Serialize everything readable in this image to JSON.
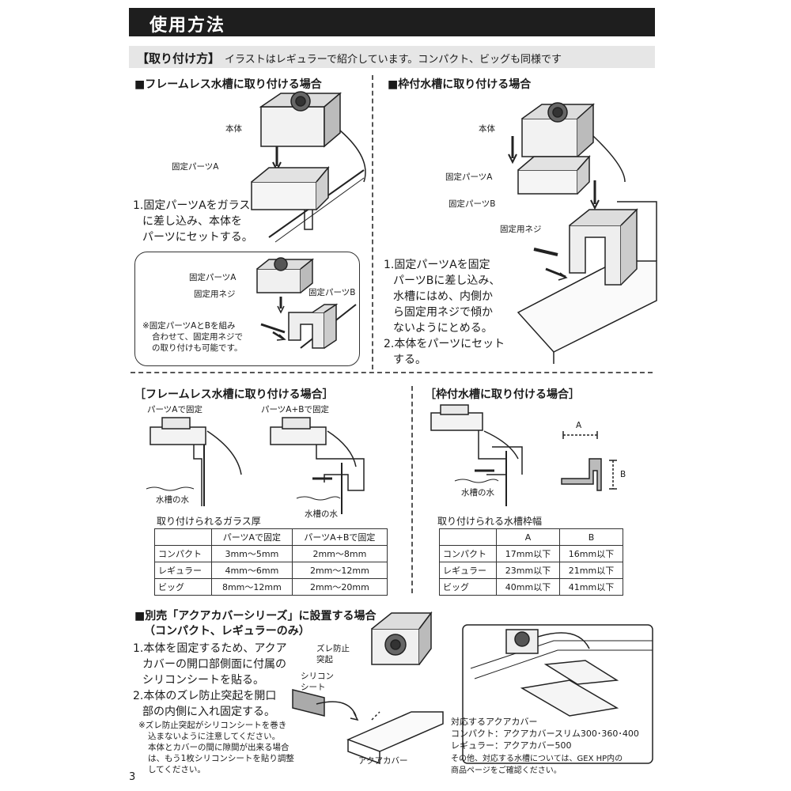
{
  "header": {
    "title": "使用方法"
  },
  "subheader": {
    "label": "【取り付け方】",
    "note": "イラストはレギュラーで紹介しています。コンパクト、ビッグも同様です"
  },
  "frameless": {
    "heading": "■フレームレス水槽に取り付ける場合",
    "label_body": "本体",
    "label_part_a": "固定パーツA",
    "steps": [
      "1.固定パーツAをガラス",
      "に差し込み、本体を",
      "パーツにセットする。"
    ],
    "callout": {
      "label_part_a": "固定パーツA",
      "label_screw": "固定用ネジ",
      "label_part_b": "固定パーツB",
      "note": [
        "※固定パーツAとBを組み",
        "合わせて、固定用ネジで",
        "の取り付けも可能です。"
      ]
    }
  },
  "framed": {
    "heading": "■枠付水槽に取り付ける場合",
    "label_body": "本体",
    "label_part_a": "固定パーツA",
    "label_part_b": "固定パーツB",
    "label_screw": "固定用ネジ",
    "steps1": [
      "1.固定パーツAを固定",
      "パーツBに差し込み、",
      "水槽にはめ、内側か",
      "ら固定用ネジで傾か",
      "ないようにとめる。"
    ],
    "steps2": [
      "2.本体をパーツにセット",
      "する。"
    ]
  },
  "frameless_spec": {
    "heading": "［フレームレス水槽に取り付ける場合］",
    "cap_a": "パーツAで固定",
    "cap_ab": "パーツA+Bで固定",
    "water": "水槽の水",
    "water2": "水槽の水",
    "table_title": "取り付けられるガラス厚",
    "columns": [
      "",
      "パーツAで固定",
      "パーツA+Bで固定"
    ],
    "rows": [
      [
        "コンパクト",
        "3mm〜5mm",
        "2mm〜8mm"
      ],
      [
        "レギュラー",
        "4mm〜6mm",
        "2mm〜12mm"
      ],
      [
        "ビッグ",
        "8mm〜12mm",
        "2mm〜20mm"
      ]
    ]
  },
  "framed_spec": {
    "heading": "［枠付水槽に取り付ける場合］",
    "water": "水槽の水",
    "dim_a": "A",
    "dim_b": "B",
    "table_title": "取り付けられる水槽枠幅",
    "columns": [
      "",
      "A",
      "B"
    ],
    "rows": [
      [
        "コンパクト",
        "17mm以下",
        "16mm以下"
      ],
      [
        "レギュラー",
        "23mm以下",
        "21mm以下"
      ],
      [
        "ビッグ",
        "40mm以下",
        "41mm以下"
      ]
    ]
  },
  "aquacover": {
    "heading1": "■別売「アクアカバーシリーズ」に設置する場合",
    "heading2": "（コンパクト、レギュラーのみ）",
    "step1": [
      "1.本体を固定するため、アクア",
      "カバーの開口部側面に付属の",
      "シリコンシートを貼る。"
    ],
    "step2": [
      "2.本体のズレ防止突起を開口",
      "部の内側に入れ固定する。"
    ],
    "note": [
      "※ズレ防止突起がシリコンシートを巻き",
      "込まないように注意してください。",
      "本体とカバーの間に隙間が出来る場合",
      "は、もう1枚シリコンシートを貼り調整",
      "してください。"
    ],
    "label_protrusion": [
      "ズレ防止",
      "突起"
    ],
    "label_sheet": [
      "シリコン",
      "シート"
    ],
    "label_cover": "アクアカバー",
    "compat_title": "対応するアクアカバー",
    "compat_lines": [
      "コンパクト：アクアカバースリム300･360･400",
      "レギュラー：アクアカバー500"
    ],
    "compat_note": [
      "その他、対応する水槽については、GEX HP内の",
      "商品ページをご確認ください。"
    ]
  },
  "footer": {
    "page_number": "3"
  }
}
